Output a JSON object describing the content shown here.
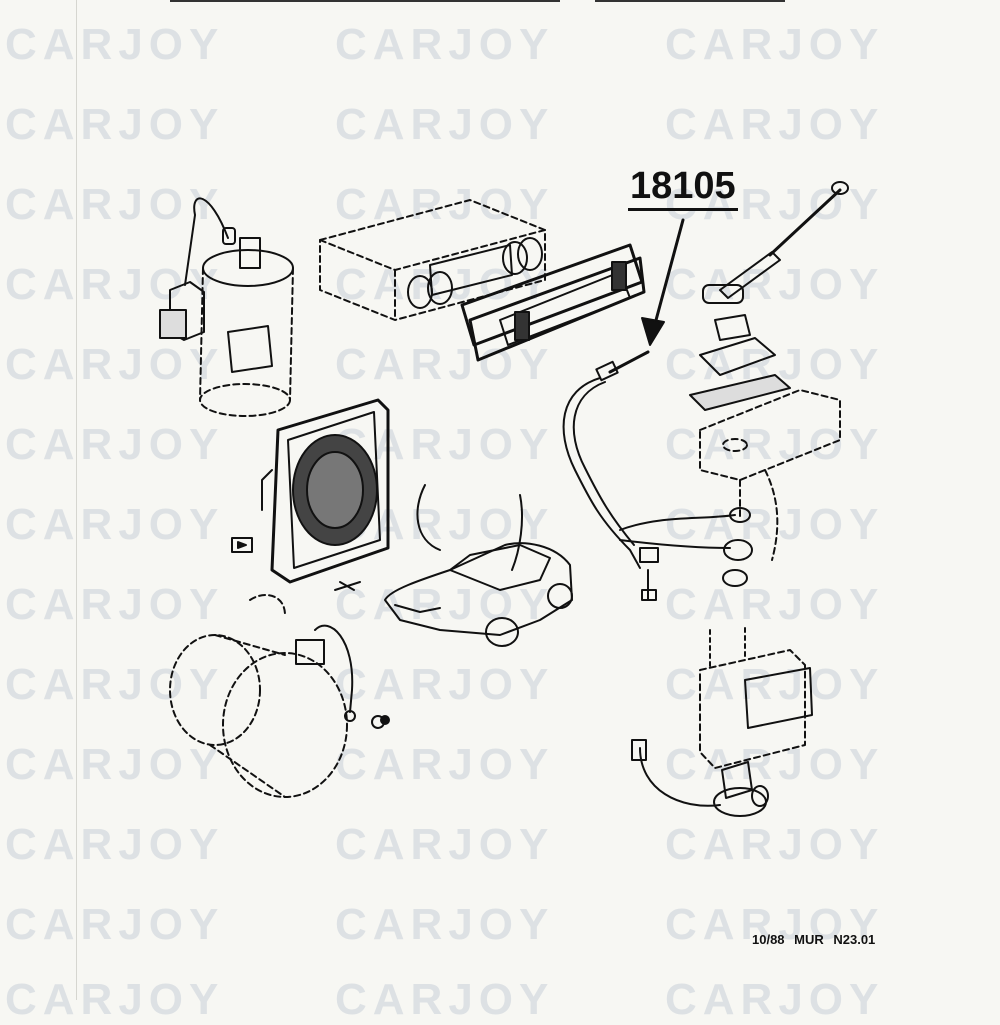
{
  "watermark": {
    "text": "CARJOY",
    "color": "#c9d0d9"
  },
  "diagram": {
    "part_number": "18105",
    "footer_reference": "10/88  MUR  N23.01"
  },
  "colors": {
    "ink": "#111111",
    "paper": "#f7f7f3"
  }
}
